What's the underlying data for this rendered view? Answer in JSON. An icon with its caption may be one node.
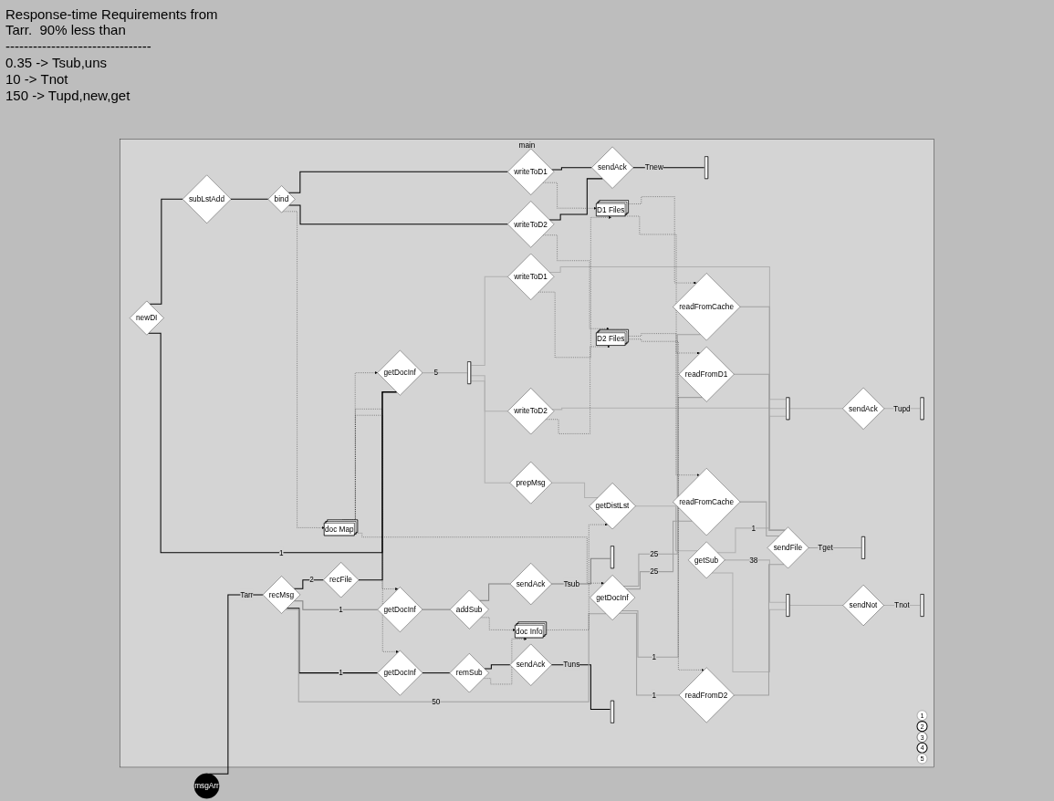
{
  "diagram": {
    "nodes": [
      {
        "text": [
          "main"
        ]
      },
      {
        "text": [
          "msgArr"
        ]
      },
      {
        "text": [
          "writeToD1"
        ],
        "in": 0
      },
      {
        "text": [
          "writeToD2"
        ],
        "in": 0
      },
      {
        "text": [
          "D1 Files"
        ],
        "in": 0
      },
      {
        "text": [
          "D2 Files"
        ],
        "in": 0
      },
      {
        "text": [],
        "shape": "bar",
        "in": 0
      },
      {
        "text": [
          "getDistLst"
        ],
        "in": 0
      },
      {
        "text": [
          "getSub"
        ],
        "in": 0
      },
      {
        "text": [],
        "shape": "bar",
        "in": 0
      },
      {
        "text": [
          "sendAck"
        ],
        "in": 0
      },
      {
        "text": [],
        "shape": "bar",
        "in": 0
      },
      {
        "text": [],
        "shape": "bar",
        "in": 0
      },
      {
        "text": [
          "sendNot"
        ],
        "in": 0
      },
      {
        "text": [],
        "shape": "bar",
        "in": 0
      },
      {
        "text": [
          "prepMsg"
        ],
        "in": 0
      },
      {
        "text": [
          "1"
        ],
        "in": 0
      },
      {
        "text": [
          "doc Info"
        ],
        "in": 0
      },
      {
        "text": [
          "newDI"
        ],
        "in": 0
      },
      {
        "text": [
          "subLstAdd"
        ],
        "in": 0
      },
      {
        "text": [
          "bind"
        ],
        "in": 0
      },
      {
        "text": [
          "writeToD1"
        ],
        "in": 0
      },
      {
        "text": [
          "sendAck"
        ],
        "in": 0
      },
      {
        "text": [],
        "shape": "bar",
        "in": 0
      },
      {
        "text": [
          "2"
        ],
        "in": 0
      },
      {
        "text": [
          "getDocInf"
        ],
        "in": 0
      },
      {
        "text": [
          "recFile"
        ],
        "in": 0
      },
      {
        "text": [
          "getDocInf"
        ],
        "in": 0
      },
      {
        "text": [
          "addSub"
        ],
        "in": 0
      },
      {
        "text": [
          "sendAck"
        ],
        "in": 0
      },
      {
        "text": [],
        "shape": "bar",
        "in": 0
      },
      {
        "text": [
          "3"
        ],
        "in": 0
      },
      {
        "text": [
          "doc Map"
        ],
        "in": 0
      },
      {
        "text": [
          "recMsg"
        ],
        "in": 0
      },
      {
        "text": [
          "writeToD2"
        ],
        "in": 0
      },
      {
        "text": [
          "getDocInf"
        ],
        "in": 0
      },
      {
        "text": [
          "remSub"
        ],
        "in": 0
      },
      {
        "text": [
          "sendAck"
        ],
        "in": 0
      },
      {
        "text": [],
        "shape": "bar",
        "in": 0
      },
      {
        "text": [
          "4"
        ],
        "in": 0
      },
      {
        "text": [
          "getDocInf"
        ],
        "in": 0
      },
      {
        "text": [
          "readFromCache"
        ],
        "in": 0
      },
      {
        "text": [
          "readFromCache"
        ],
        "in": 0
      },
      {
        "text": [
          "readFromD1"
        ],
        "in": 0
      },
      {
        "text": [
          "sendFile"
        ],
        "in": 0
      },
      {
        "text": [],
        "shape": "bar",
        "in": 0
      },
      {
        "text": [
          "5"
        ],
        "in": 0
      },
      {
        "text": [
          "readFromD2"
        ],
        "in": 0
      }
    ],
    "edges": [
      {
        "from": 1,
        "to": 33,
        "arrow": "none",
        "label": "Tarr"
      },
      {
        "from": 33,
        "to": 26,
        "arrow": "none",
        "label": "2"
      },
      {
        "from": 26,
        "to": 25,
        "arrow": "none"
      },
      {
        "from": 25,
        "to": 18,
        "arrow": "none",
        "label": "1"
      },
      {
        "from": 25,
        "to": 6,
        "arrow": "none",
        "label": "5",
        "color": "#b0b0b0"
      },
      {
        "from": 6,
        "to": 2,
        "arrow": "none",
        "color": "#b0b0b0"
      },
      {
        "from": 6,
        "to": 3,
        "arrow": "none",
        "color": "#b0b0b0"
      },
      {
        "from": 6,
        "to": 15,
        "arrow": "none",
        "color": "#b0b0b0"
      },
      {
        "from": 15,
        "to": 7,
        "arrow": "none",
        "color": "#b0b0b0"
      },
      {
        "from": 7,
        "to": 8,
        "arrow": "none",
        "color": "#b0b0b0"
      },
      {
        "from": 2,
        "to": 9,
        "arrow": "none",
        "color": "#b0b0b0"
      },
      {
        "from": 3,
        "to": 9,
        "arrow": "none",
        "color": "#b0b0b0"
      },
      {
        "from": 8,
        "to": 9,
        "arrow": "none",
        "label": "1",
        "color": "#b0b0b0"
      },
      {
        "from": 9,
        "to": 10,
        "arrow": "none",
        "color": "#b0b0b0"
      },
      {
        "from": 10,
        "to": 11,
        "arrow": "none",
        "label": "Tupd",
        "color": "#b0b0b0"
      },
      {
        "from": 8,
        "to": 12,
        "arrow": "none",
        "label": "38",
        "color": "#b0b0b0"
      },
      {
        "from": 12,
        "to": 13,
        "arrow": "none",
        "color": "#b0b0b0"
      },
      {
        "from": 13,
        "to": 14,
        "arrow": "none",
        "label": "Tnot",
        "color": "#b0b0b0"
      },
      {
        "from": 12,
        "to": 8,
        "arrow": "none",
        "color": "#b0b0b0"
      },
      {
        "from": 18,
        "to": 19,
        "arrow": "none"
      },
      {
        "from": 19,
        "to": 20,
        "arrow": "none"
      },
      {
        "from": 20,
        "to": 21,
        "arrow": "none"
      },
      {
        "from": 20,
        "to": 34,
        "arrow": "none"
      },
      {
        "from": 21,
        "to": 22,
        "arrow": "none"
      },
      {
        "from": 34,
        "to": 22,
        "arrow": "none"
      },
      {
        "from": 22,
        "to": 23,
        "arrow": "none",
        "label": "Tnew"
      },
      {
        "from": 33,
        "to": 27,
        "arrow": "none",
        "label": "1",
        "color": "#808080"
      },
      {
        "from": 27,
        "to": 28,
        "arrow": "none",
        "color": "#808080"
      },
      {
        "from": 28,
        "to": 29,
        "arrow": "none",
        "color": "#808080"
      },
      {
        "from": 29,
        "to": 30,
        "arrow": "none",
        "label": "Tsub",
        "color": "#808080"
      },
      {
        "from": 33,
        "to": 35,
        "arrow": "none",
        "label": "1"
      },
      {
        "from": 35,
        "to": 36,
        "arrow": "none"
      },
      {
        "from": 36,
        "to": 37,
        "arrow": "none"
      },
      {
        "from": 37,
        "to": 38,
        "arrow": "none",
        "label": "Tuns"
      },
      {
        "from": 33,
        "to": 40,
        "arrow": "none",
        "label": "50",
        "color": "#a0a0a0"
      },
      {
        "from": 40,
        "to": 41,
        "arrow": "none",
        "label": "25",
        "color": "#a0a0a0"
      },
      {
        "from": 40,
        "to": 42,
        "arrow": "none",
        "label": "25",
        "color": "#a0a0a0"
      },
      {
        "from": 40,
        "to": 43,
        "arrow": "none",
        "label": "1",
        "color": "#a0a0a0"
      },
      {
        "from": 40,
        "to": 47,
        "arrow": "none",
        "label": "1",
        "color": "#a0a0a0"
      },
      {
        "from": 41,
        "to": 44,
        "arrow": "none",
        "color": "#a0a0a0"
      },
      {
        "from": 42,
        "to": 44,
        "arrow": "none",
        "color": "#a0a0a0"
      },
      {
        "from": 43,
        "to": 44,
        "arrow": "none",
        "color": "#a0a0a0"
      },
      {
        "from": 47,
        "to": 44,
        "arrow": "none",
        "color": "#a0a0a0"
      },
      {
        "from": 44,
        "to": 45,
        "arrow": "none",
        "label": "Tget",
        "color": "#a0a0a0"
      },
      {
        "from": 2,
        "to": 4,
        "arrow": "to",
        "style": "dashed"
      },
      {
        "from": 3,
        "to": 5,
        "arrow": "to",
        "style": "dashed"
      },
      {
        "from": 21,
        "to": 4,
        "arrow": "to",
        "style": "dashed"
      },
      {
        "from": 34,
        "to": 5,
        "arrow": "to",
        "style": "dashed"
      },
      {
        "from": 4,
        "to": 41,
        "arrow": "to",
        "style": "dashed"
      },
      {
        "from": 5,
        "to": 42,
        "arrow": "to",
        "style": "dashed"
      },
      {
        "from": 4,
        "to": 43,
        "arrow": "to",
        "style": "dashed"
      },
      {
        "from": 5,
        "to": 47,
        "arrow": "to",
        "style": "dashed"
      },
      {
        "from": 36,
        "to": 17,
        "arrow": "to",
        "style": "dashed"
      },
      {
        "from": 28,
        "to": 17,
        "arrow": "to",
        "style": "dashed"
      },
      {
        "from": 17,
        "to": 7,
        "arrow": "to",
        "style": "dashed"
      },
      {
        "from": 20,
        "to": 32,
        "arrow": "to",
        "style": "dashed"
      },
      {
        "from": 32,
        "to": 25,
        "arrow": "to",
        "style": "dashed"
      },
      {
        "from": 32,
        "to": 27,
        "arrow": "to",
        "style": "dashed"
      },
      {
        "from": 32,
        "to": 35,
        "arrow": "to",
        "style": "dashed"
      },
      {
        "from": 32,
        "to": 40,
        "arrow": "to",
        "style": "dashed"
      }
    ],
    "labels": [
      "Response-time Requirements from Tarr.  90% less than",
      "--------------------------------",
      "0.35 -> Tsub,uns",
      "10 -> Tnot",
      "150 -> Tupd,new,get"
    ]
  }
}
